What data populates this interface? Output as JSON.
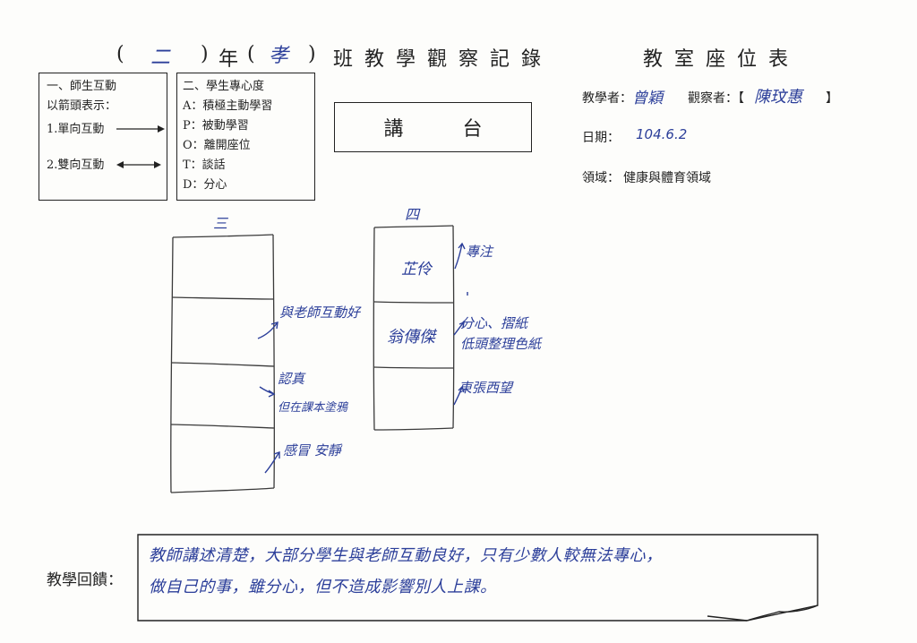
{
  "title": {
    "open_paren": "(",
    "grade": "二",
    "close_paren": ")",
    "nian": "年",
    "class_value": "孝",
    "heading": "班 教 學 觀 察 記 錄",
    "seat_heading": "教 室 座 位 表"
  },
  "legend1": {
    "heading": "一、師生互動",
    "subheading": "以箭頭表示：",
    "item1": "1.單向互動",
    "item2": "2.雙向互動"
  },
  "legend2": {
    "heading": "二、學生專心度",
    "items": [
      "A：積極主動學習",
      "P：被動學習",
      "O：離開座位",
      "T：談話",
      "D：分心"
    ]
  },
  "podium": "講　　　台",
  "info": {
    "teacher_label": "教學者：",
    "teacher_value": "曾穎",
    "observer_label": "觀察者：【",
    "observer_value": "陳玟惠",
    "observer_close": "】",
    "date_label": "日期：",
    "date_value": "104.6.2",
    "field_label": "領域：",
    "field_value": "健康與體育領域"
  },
  "column3": {
    "label": "三",
    "notes": [
      "與老師互動好",
      "認真",
      "但在課本塗鴉",
      "感冒 安靜"
    ]
  },
  "column4": {
    "label": "四",
    "students": [
      "芷伶",
      "翁傳傑"
    ],
    "notes": [
      "專注",
      "分心、摺紙",
      "低頭整理色紙",
      "東張西望"
    ]
  },
  "feedback": {
    "label": "教學回饋：",
    "line1": "教師講述清楚，大部分學生與老師互動良好，只有少數人較無法專心，",
    "line2": "做自己的事，雖分心，但不造成影響別人上課。"
  }
}
